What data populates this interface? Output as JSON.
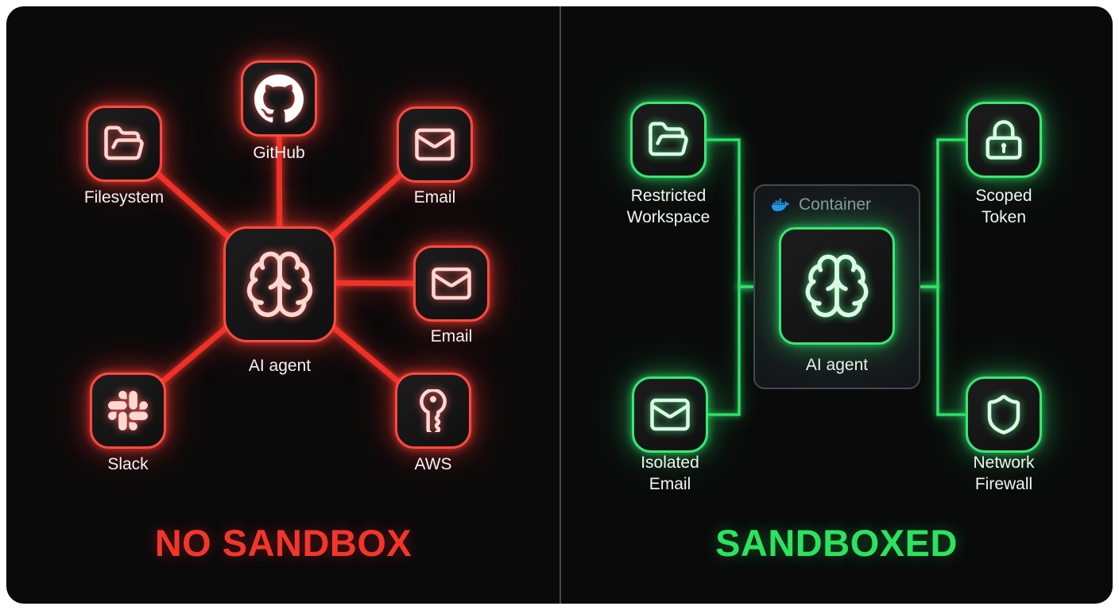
{
  "canvas": {
    "background_color": "#0a0a0b",
    "divider_color": "#47484c"
  },
  "left_panel": {
    "title": "NO SANDBOX",
    "accent_color": "#f5352b",
    "center_node": {
      "label": "AI agent",
      "icon": "brain-icon"
    },
    "nodes": [
      {
        "id": "filesystem",
        "label": "Filesystem",
        "icon": "folder-open-icon"
      },
      {
        "id": "github",
        "label": "GitHub",
        "icon": "github-icon"
      },
      {
        "id": "email_top",
        "label": "Email",
        "icon": "mail-icon"
      },
      {
        "id": "email_right",
        "label": "Email",
        "icon": "mail-icon"
      },
      {
        "id": "slack",
        "label": "Slack",
        "icon": "slack-icon"
      },
      {
        "id": "aws",
        "label": "AWS",
        "icon": "key-icon"
      }
    ]
  },
  "right_panel": {
    "title": "SANDBOXED",
    "accent_color": "#2ae35f",
    "container": {
      "label": "Container",
      "icon": "docker-icon",
      "docker_blue": "#2496ED"
    },
    "agent_node": {
      "label": "AI agent",
      "icon": "brain-icon"
    },
    "nodes": [
      {
        "id": "restricted_workspace",
        "label": "Restricted Workspace",
        "icon": "folder-open-icon"
      },
      {
        "id": "scoped_token",
        "label": "Scoped Token",
        "icon": "lock-icon"
      },
      {
        "id": "isolated_email",
        "label": "Isolated Email",
        "icon": "mail-icon"
      },
      {
        "id": "network_firewall",
        "label": "Network Firewall",
        "icon": "shield-icon"
      }
    ]
  }
}
